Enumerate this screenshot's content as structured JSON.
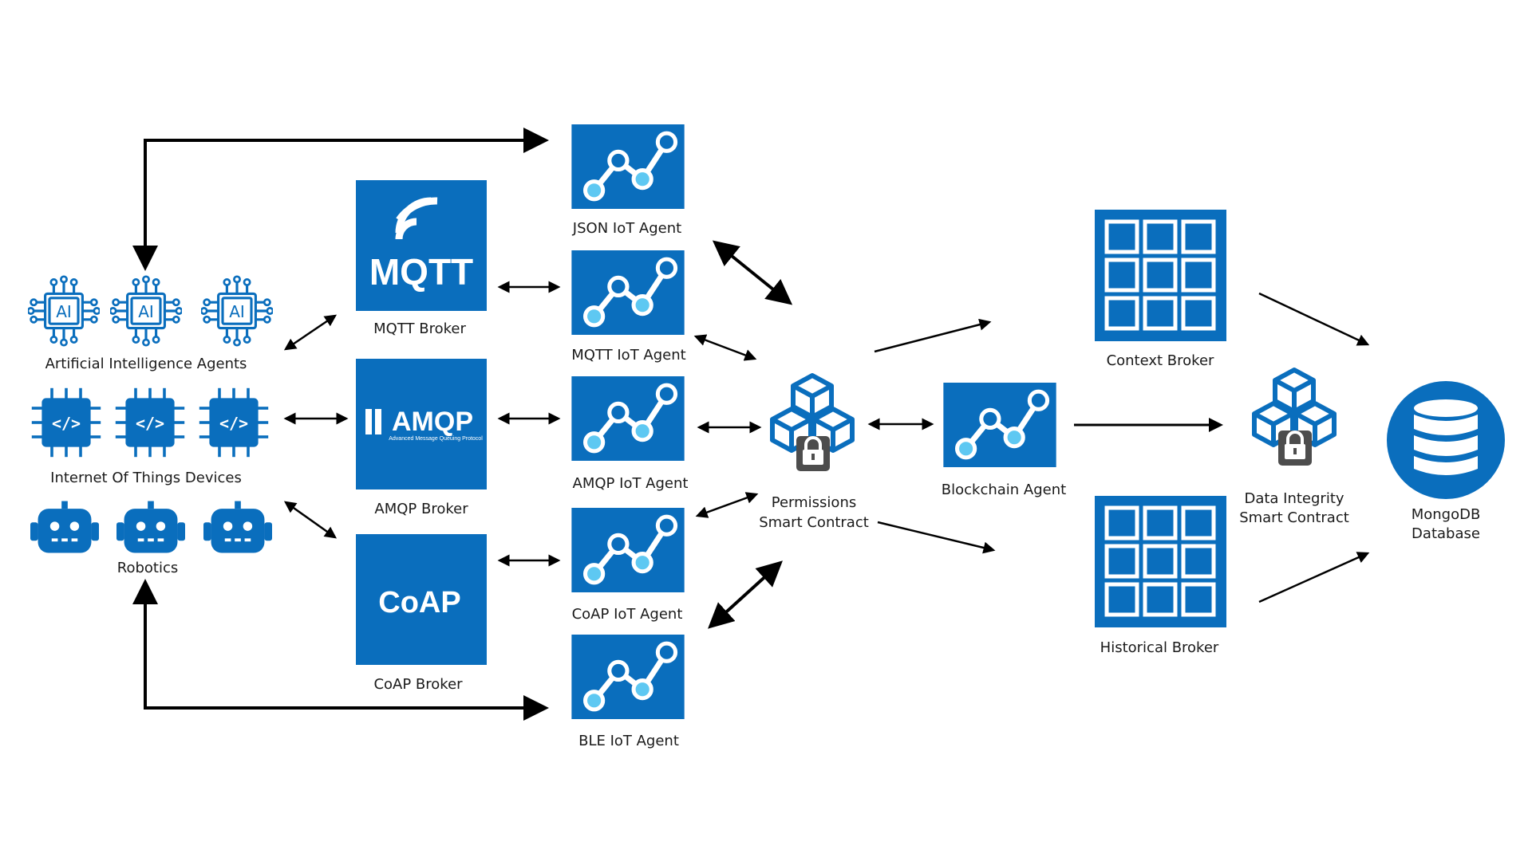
{
  "colors": {
    "primary": "#0a6ebd",
    "light_dot": "#5ec8f2",
    "lock": "#4d4d4d",
    "arrow": "#000000"
  },
  "groups": {
    "ai_agents": "Artificial Intelligence Agents",
    "iot_devices": "Internet Of Things Devices",
    "robotics": "Robotics"
  },
  "ai_chip_text": "AI",
  "iot_chip_text": "</>",
  "brokers": {
    "mqtt": {
      "logo": "MQTT",
      "label": "MQTT Broker"
    },
    "amqp": {
      "logo": "AMQP",
      "sub": "Advanced Message Queuing Protocol",
      "label": "AMQP Broker"
    },
    "coap": {
      "logo": "CoAP",
      "label": "CoAP Broker"
    }
  },
  "agents": {
    "json": "JSON IoT Agent",
    "mqtt": "MQTT IoT Agent",
    "amqp": "AMQP IoT Agent",
    "coap": "CoAP IoT Agent",
    "ble": "BLE IoT Agent"
  },
  "permissions": {
    "line1": "Permissions",
    "line2": "Smart Contract"
  },
  "blockchain_agent": "Blockchain Agent",
  "context_broker": "Context Broker",
  "historical_broker": "Historical Broker",
  "data_integrity": {
    "line1": "Data Integrity",
    "line2": "Smart Contract"
  },
  "mongodb": {
    "line1": "MongoDB",
    "line2": "Database"
  }
}
